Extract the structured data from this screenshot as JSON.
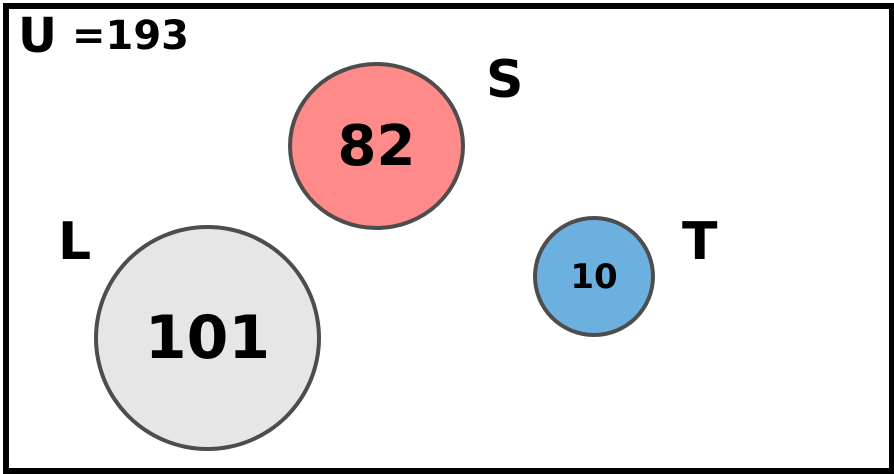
{
  "universe": {
    "symbol": "U",
    "count_text": "=193"
  },
  "sets": {
    "S": {
      "label": "S",
      "count": "82",
      "fill": "#ff8a8a"
    },
    "L": {
      "label": "L",
      "count": "101",
      "fill": "#e6e6e6"
    },
    "T": {
      "label": "T",
      "count": "10",
      "fill": "#6cb0e0"
    }
  },
  "colors": {
    "border": "#000000",
    "circle_stroke": "#4d4d4d"
  }
}
